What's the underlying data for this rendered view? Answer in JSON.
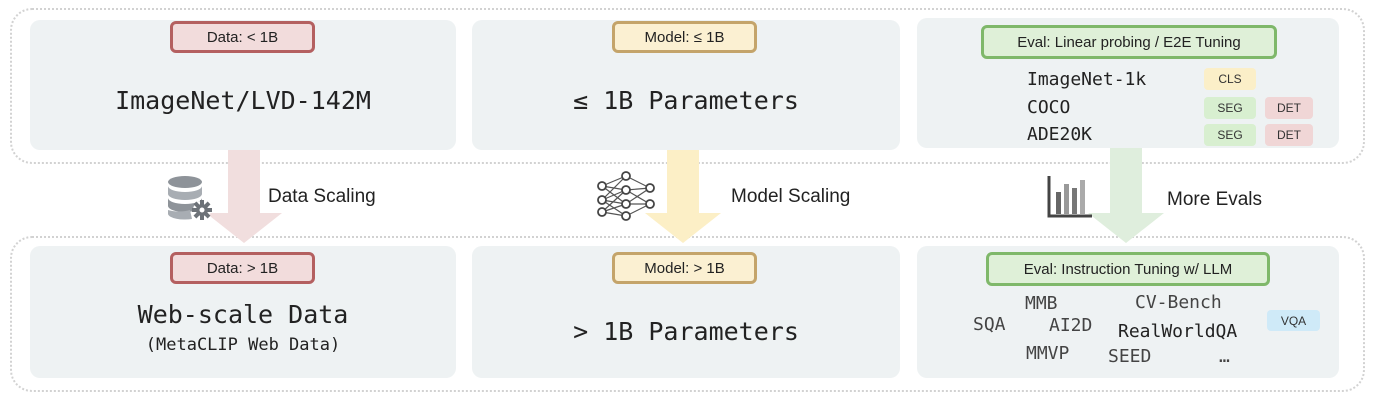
{
  "top": {
    "data": {
      "tag": "Data: < 1B",
      "title": "ImageNet/LVD-142M"
    },
    "model": {
      "tag": "Model: ≤ 1B",
      "title": "≤ 1B Parameters"
    },
    "eval": {
      "tag": "Eval: Linear probing / E2E Tuning",
      "datasets": [
        {
          "name": "ImageNet-1k",
          "chips": [
            "CLS"
          ]
        },
        {
          "name": "COCO",
          "chips": [
            "SEG",
            "DET"
          ]
        },
        {
          "name": "ADE20K",
          "chips": [
            "SEG",
            "DET"
          ]
        }
      ]
    }
  },
  "scaling": {
    "data_label": "Data Scaling",
    "model_label": "Model Scaling",
    "eval_label": "More Evals",
    "icons": [
      "database-gear-icon",
      "neural-network-icon",
      "bar-chart-icon"
    ],
    "arrow_colors": [
      "#f1dede",
      "#fcefc6",
      "#dfeedd"
    ]
  },
  "bottom": {
    "data": {
      "tag": "Data: > 1B",
      "title": "Web-scale Data",
      "subtitle": "(MetaCLIP Web Data)"
    },
    "model": {
      "tag": "Model: > 1B",
      "title": "> 1B Parameters"
    },
    "eval": {
      "tag": "Eval: Instruction Tuning w/ LLM",
      "benchmarks": [
        "MMB",
        "CV-Bench",
        "SQA",
        "AI2D",
        "RealWorldQA",
        "MMVP",
        "SEED",
        "…"
      ],
      "chip": "VQA"
    }
  }
}
